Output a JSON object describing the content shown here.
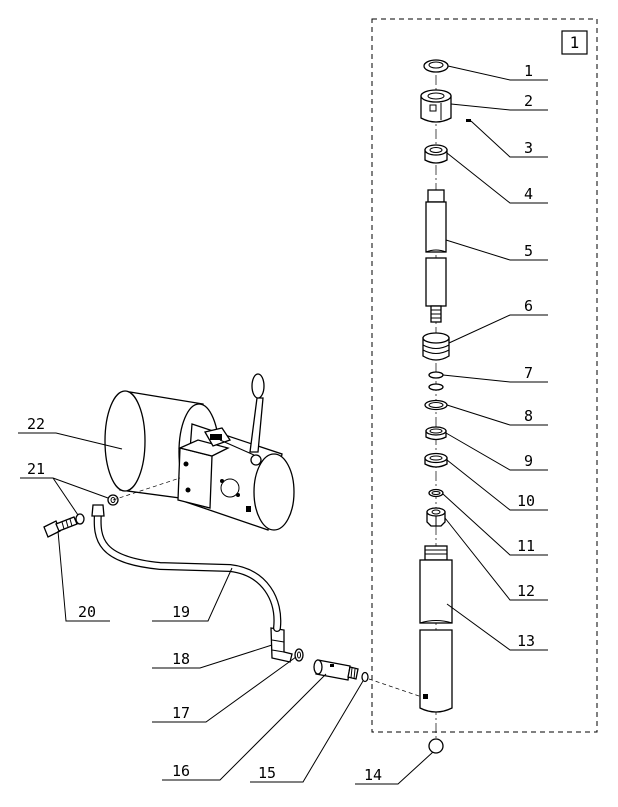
{
  "assembly_label": "1",
  "callouts": [
    {
      "id": "1",
      "label": "1"
    },
    {
      "id": "2",
      "label": "2"
    },
    {
      "id": "3",
      "label": "3"
    },
    {
      "id": "4",
      "label": "4"
    },
    {
      "id": "5",
      "label": "5"
    },
    {
      "id": "6",
      "label": "6"
    },
    {
      "id": "7",
      "label": "7"
    },
    {
      "id": "8",
      "label": "8"
    },
    {
      "id": "9",
      "label": "9"
    },
    {
      "id": "10",
      "label": "10"
    },
    {
      "id": "11",
      "label": "11"
    },
    {
      "id": "12",
      "label": "12"
    },
    {
      "id": "13",
      "label": "13"
    },
    {
      "id": "14",
      "label": "14"
    },
    {
      "id": "15",
      "label": "15"
    },
    {
      "id": "16",
      "label": "16"
    },
    {
      "id": "17",
      "label": "17"
    },
    {
      "id": "18",
      "label": "18"
    },
    {
      "id": "19",
      "label": "19"
    },
    {
      "id": "20",
      "label": "20"
    },
    {
      "id": "21",
      "label": "21"
    },
    {
      "id": "22",
      "label": "22"
    }
  ]
}
